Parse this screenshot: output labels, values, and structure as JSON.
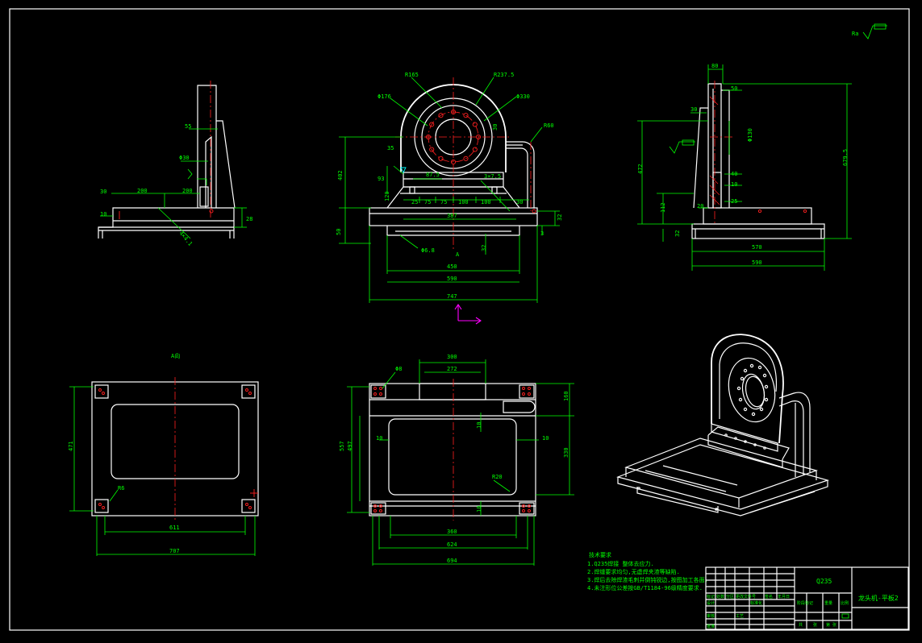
{
  "dimensions": {
    "side_left": [
      "55",
      "Φ30",
      "30",
      "200",
      "200",
      "10",
      "28",
      "4×4.1"
    ],
    "front_top": [
      "R165",
      "R237.5",
      "Φ176",
      "Φ330",
      "R60",
      "35",
      "30",
      "87.5",
      "3×7.5",
      "93",
      "402",
      "25",
      "75",
      "75",
      "100",
      "100",
      "30",
      "120",
      "387",
      "32",
      "3",
      "50",
      "A",
      "Φ6.8",
      "32",
      "450",
      "590",
      "747"
    ],
    "side_right": [
      "80",
      "50",
      "30",
      "Φ130",
      "40",
      "10",
      "25",
      "20",
      "472",
      "112",
      "32",
      "679.5",
      "570",
      "590"
    ],
    "plan_left": [
      "A向",
      "471",
      "R6",
      "611",
      "707"
    ],
    "plan_mid": [
      "300",
      "272",
      "Φ8",
      "160",
      "10",
      "10",
      "10",
      "330",
      "557",
      "497",
      "R20",
      "10",
      "360",
      "624",
      "694"
    ],
    "roughness": [
      "Ra"
    ]
  },
  "notes": {
    "heading": "技术要求",
    "lines": [
      "1.Q235焊接 整体去应力.",
      "2.焊缝要求均匀,无虚焊夹渣等缺陷.",
      "3.焊后去除焊渣毛刺并倒钝锐边,按图加工各面.",
      "4.未注形位公差按GB/T1184-96级精度要求."
    ]
  },
  "title_block": {
    "material": "Q235",
    "part_name": "龙头机-平板2",
    "cells": [
      "标记",
      "处数",
      "分区",
      "更改文件号",
      "签名",
      "年月日",
      "设计",
      "标准化",
      "阶段标记",
      "重量",
      "比例",
      "审核",
      "工艺",
      "批准",
      "共",
      "张",
      "第",
      "张"
    ]
  },
  "colors": {
    "background": "#000000",
    "outline": "#ffffff",
    "dimension": "#00ff00",
    "centerline": "#ff2020",
    "ucs": "#ff00ff",
    "symbol": "#00ffff"
  }
}
